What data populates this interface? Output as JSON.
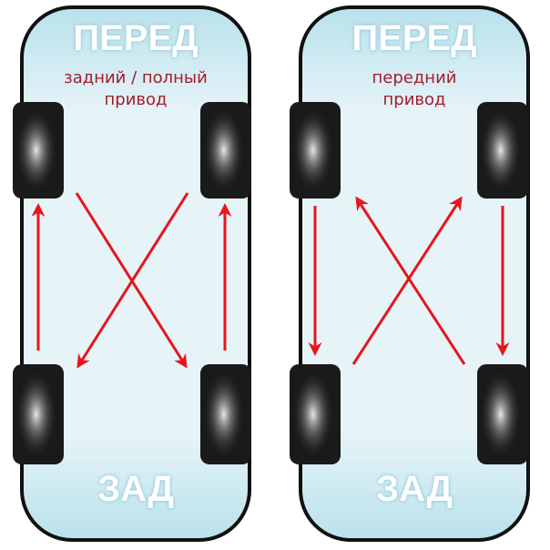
{
  "panels": [
    {
      "front_label": "ПЕРЕД",
      "rear_label": "ЗАД",
      "drive_label_line1": "задний / полный",
      "drive_label_line2": "привод"
    },
    {
      "front_label": "ПЕРЕД",
      "rear_label": "ЗАД",
      "drive_label_line1": "передний",
      "drive_label_line2": "привод"
    }
  ],
  "colors": {
    "body_fill": "#cfeaf2",
    "body_outline": "#111111",
    "tire": "#1a1a1a",
    "arrow": "#e8141e",
    "label_text": "#a41d2b"
  }
}
